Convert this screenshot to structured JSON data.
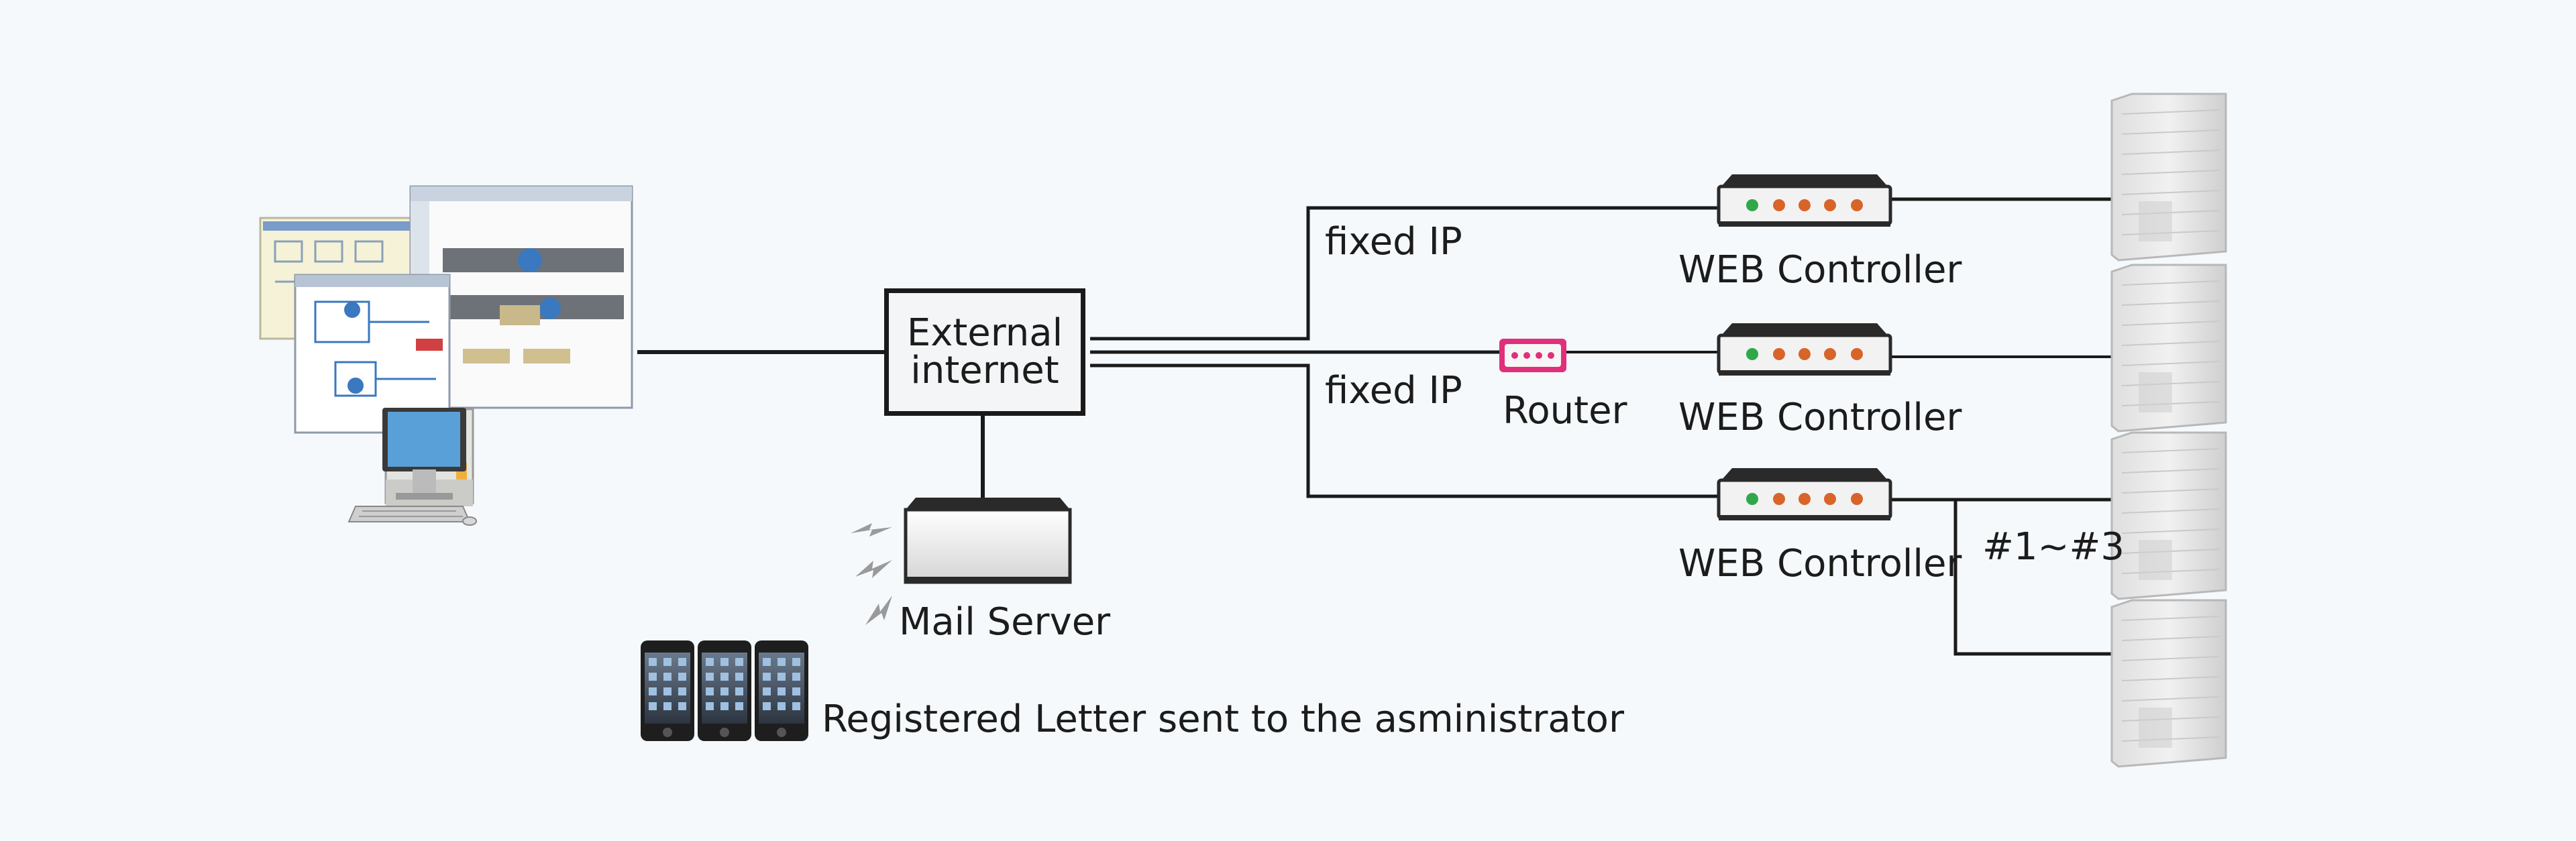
{
  "diagram": {
    "internet": {
      "line1": "External",
      "line2": "internet"
    },
    "mail_server_label": "Mail Server",
    "registered_letter_label": "Registered Letter sent to the asministrator",
    "fixed_ip_label_1": "fixed IP",
    "fixed_ip_label_2": "fixed IP",
    "router_label": "Router",
    "web_controller_labels": [
      "WEB Controller",
      "WEB Controller",
      "WEB Controller"
    ],
    "unit_range_label": "#1~#3",
    "colors": {
      "line": "#1a1a1a",
      "router": "#e0307a",
      "led_green": "#2fa84a",
      "led_orange": "#d8642a",
      "background": "#f5f9fc"
    },
    "icons": [
      "computer-monitoring-icon",
      "mail-server-icon",
      "smartphone-icon",
      "router-icon",
      "web-controller-icon",
      "outdoor-unit-icon",
      "lightning-icon"
    ]
  }
}
